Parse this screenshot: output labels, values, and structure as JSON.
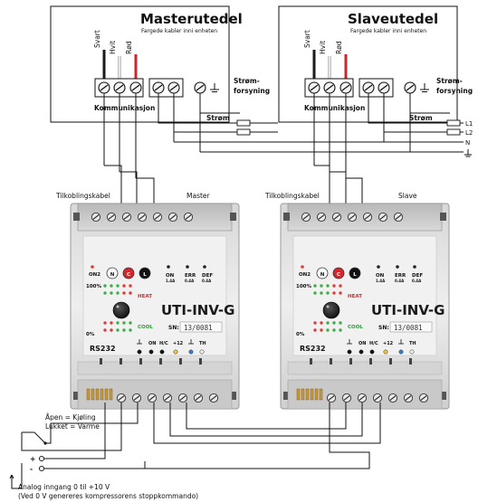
{
  "master": {
    "title": "Masterutedel",
    "subtitle": "Fargede kabler inni enheten",
    "wire_black": "Svart",
    "wire_white": "Hvit",
    "wire_red": "Rød",
    "comm_label": "Kommunikasjon",
    "power_label_1": "Strøm-",
    "power_label_2": "forsyning",
    "mains_label": "Strøm"
  },
  "slave": {
    "title": "Slaveutedel",
    "subtitle": "Fargede kabler inni enheten",
    "wire_black": "Svart",
    "wire_white": "Hvit",
    "wire_red": "Rød",
    "comm_label": "Kommunikasjon",
    "power_label_1": "Strøm-",
    "power_label_2": "forsyning",
    "mains_label": "Strøm"
  },
  "lines": {
    "l1": "L1",
    "l2": "L2",
    "n": "N"
  },
  "connection_labels": {
    "left_cable": "Tilkoblingskabel",
    "left_unit": "Master",
    "right_cable": "Tilkoblingskabel",
    "right_unit": "Slave"
  },
  "controller": {
    "model": "UTI-INV-G",
    "sn_label": "SN:",
    "sn_value": "13/0081",
    "btn_on2": "ON2",
    "btn_n": "N",
    "btn_c": "C",
    "btn_l": "L",
    "led_on": "ON",
    "led_on_sub": "1.4A",
    "led_err": "ERR",
    "led_err_sub": "0.4A",
    "led_def": "DEF",
    "led_def_sub": "0.4A",
    "scale_top": "100%",
    "scale_bottom": "0%",
    "heat": "HEAT",
    "cool": "COOL",
    "rs232": "RS232",
    "term_on": "ON",
    "term_hc": "H/C",
    "term_12": "+12",
    "term_th": "TH"
  },
  "switch": {
    "open": "Åpen = Kjøling",
    "closed": "Lukket = Varme"
  },
  "analog": {
    "plus": "+",
    "minus": "-",
    "line1": "Analog inngang 0 til +10 V",
    "line2": "(Ved 0 V genereres kompressorens stoppkommando)"
  },
  "colors": {
    "wire_black": "#1a1a1a",
    "wire_white": "#f4f4f4",
    "wire_red": "#c8282e",
    "led_red": "#e23b3b",
    "led_green": "#3fae49",
    "knob": "#1d1d1d",
    "housing": "#e6e6e6"
  }
}
